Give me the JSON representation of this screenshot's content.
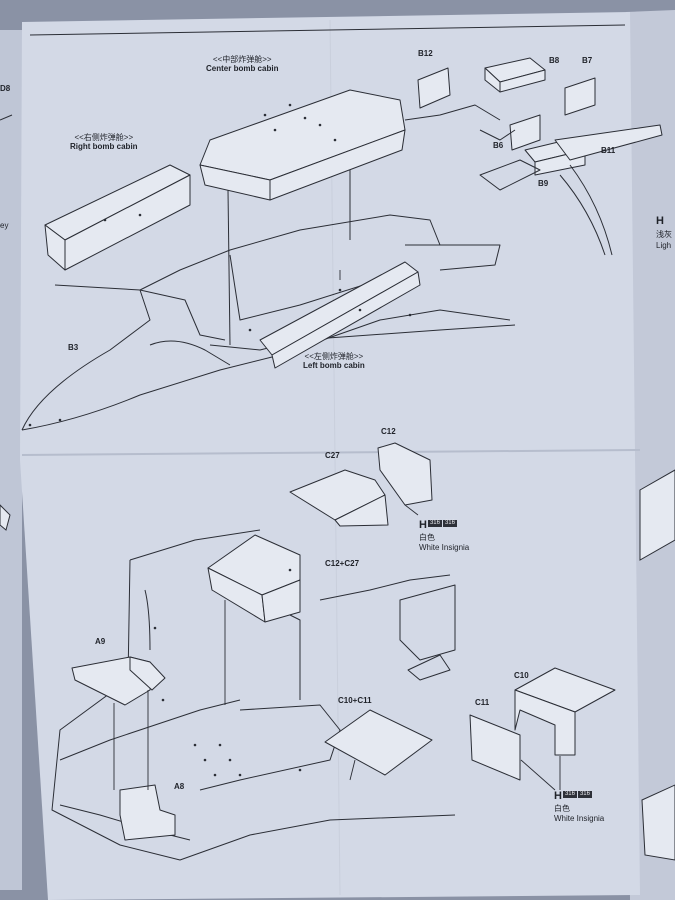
{
  "sections": {
    "bomb_cabins": {
      "center": {
        "zh": "<<中部炸弹舱>>",
        "en": "Center bomb cabin"
      },
      "right": {
        "zh": "<<右侧炸弹舱>>",
        "en": "Right bomb cabin"
      },
      "left": {
        "zh": "<<左侧炸弹舱>>",
        "en": "Left bomb cabin"
      }
    }
  },
  "parts": {
    "b12": "B12",
    "b8": "B8",
    "b7": "B7",
    "b6": "B6",
    "b9": "B9",
    "b11": "B11",
    "b3": "B3",
    "c12": "C12",
    "c27": "C27",
    "c12_c27": "C12+C27",
    "a9": "A9",
    "a8": "A8",
    "c10_c11": "C10+C11",
    "c10": "C10",
    "c11": "C11"
  },
  "paint_callouts": [
    {
      "letter": "H",
      "code_a": "316",
      "code_b": "316",
      "zh": "白色",
      "en": "White Insignia"
    },
    {
      "letter": "H",
      "code_a": "316",
      "code_b": "316",
      "zh": "白色",
      "en": "White Insignia"
    }
  ],
  "edge_fragments": {
    "left_top": "D8",
    "left_mid": "ey",
    "right_h": "H",
    "right_zh": "浅灰",
    "right_en": "Ligh"
  }
}
